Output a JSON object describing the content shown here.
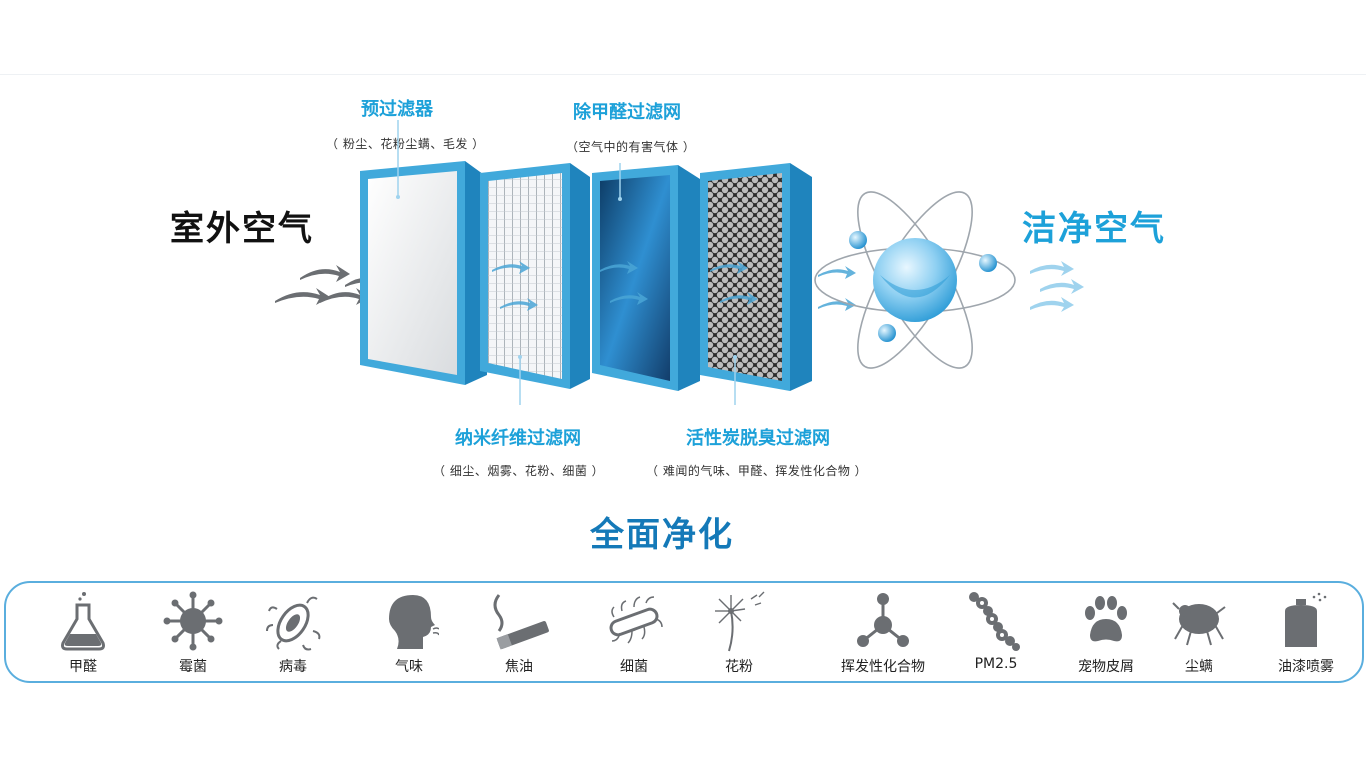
{
  "diagram": {
    "input_label": "室外空气",
    "output_label": "洁净空气",
    "filters": [
      {
        "title": "预过滤器",
        "subtitle": "（ 粉尘、花粉尘螨、毛发 ）"
      },
      {
        "title": "纳米纤维过滤网",
        "subtitle": "（ 细尘、烟雾、花粉、细菌 ）"
      },
      {
        "title": "除甲醛过滤网",
        "subtitle": "（空气中的有害气体 ）"
      },
      {
        "title": "活性炭脱臭过滤网",
        "subtitle": "（ 难闻的气味、甲醛、挥发性化合物 ）"
      }
    ]
  },
  "purify": {
    "title": "全面净化",
    "items": [
      {
        "label": "甲醛",
        "icon": "flask-icon"
      },
      {
        "label": "霉菌",
        "icon": "mold-icon"
      },
      {
        "label": "病毒",
        "icon": "virus-icon"
      },
      {
        "label": "气味",
        "icon": "odor-icon"
      },
      {
        "label": "焦油",
        "icon": "cigarette-icon"
      },
      {
        "label": "细菌",
        "icon": "bacteria-icon"
      },
      {
        "label": "花粉",
        "icon": "dandelion-icon"
      },
      {
        "label": "挥发性化合物",
        "icon": "molecule-icon"
      },
      {
        "label": "PM2.5",
        "icon": "particles-icon"
      },
      {
        "label": "宠物皮屑",
        "icon": "paw-icon"
      },
      {
        "label": "尘螨",
        "icon": "dustmite-icon"
      },
      {
        "label": "油漆喷雾",
        "icon": "spray-can-icon"
      }
    ]
  },
  "colors": {
    "accent": "#1da1d9",
    "dark_blue": "#1479b8",
    "icon_gray": "#6b6e72"
  }
}
